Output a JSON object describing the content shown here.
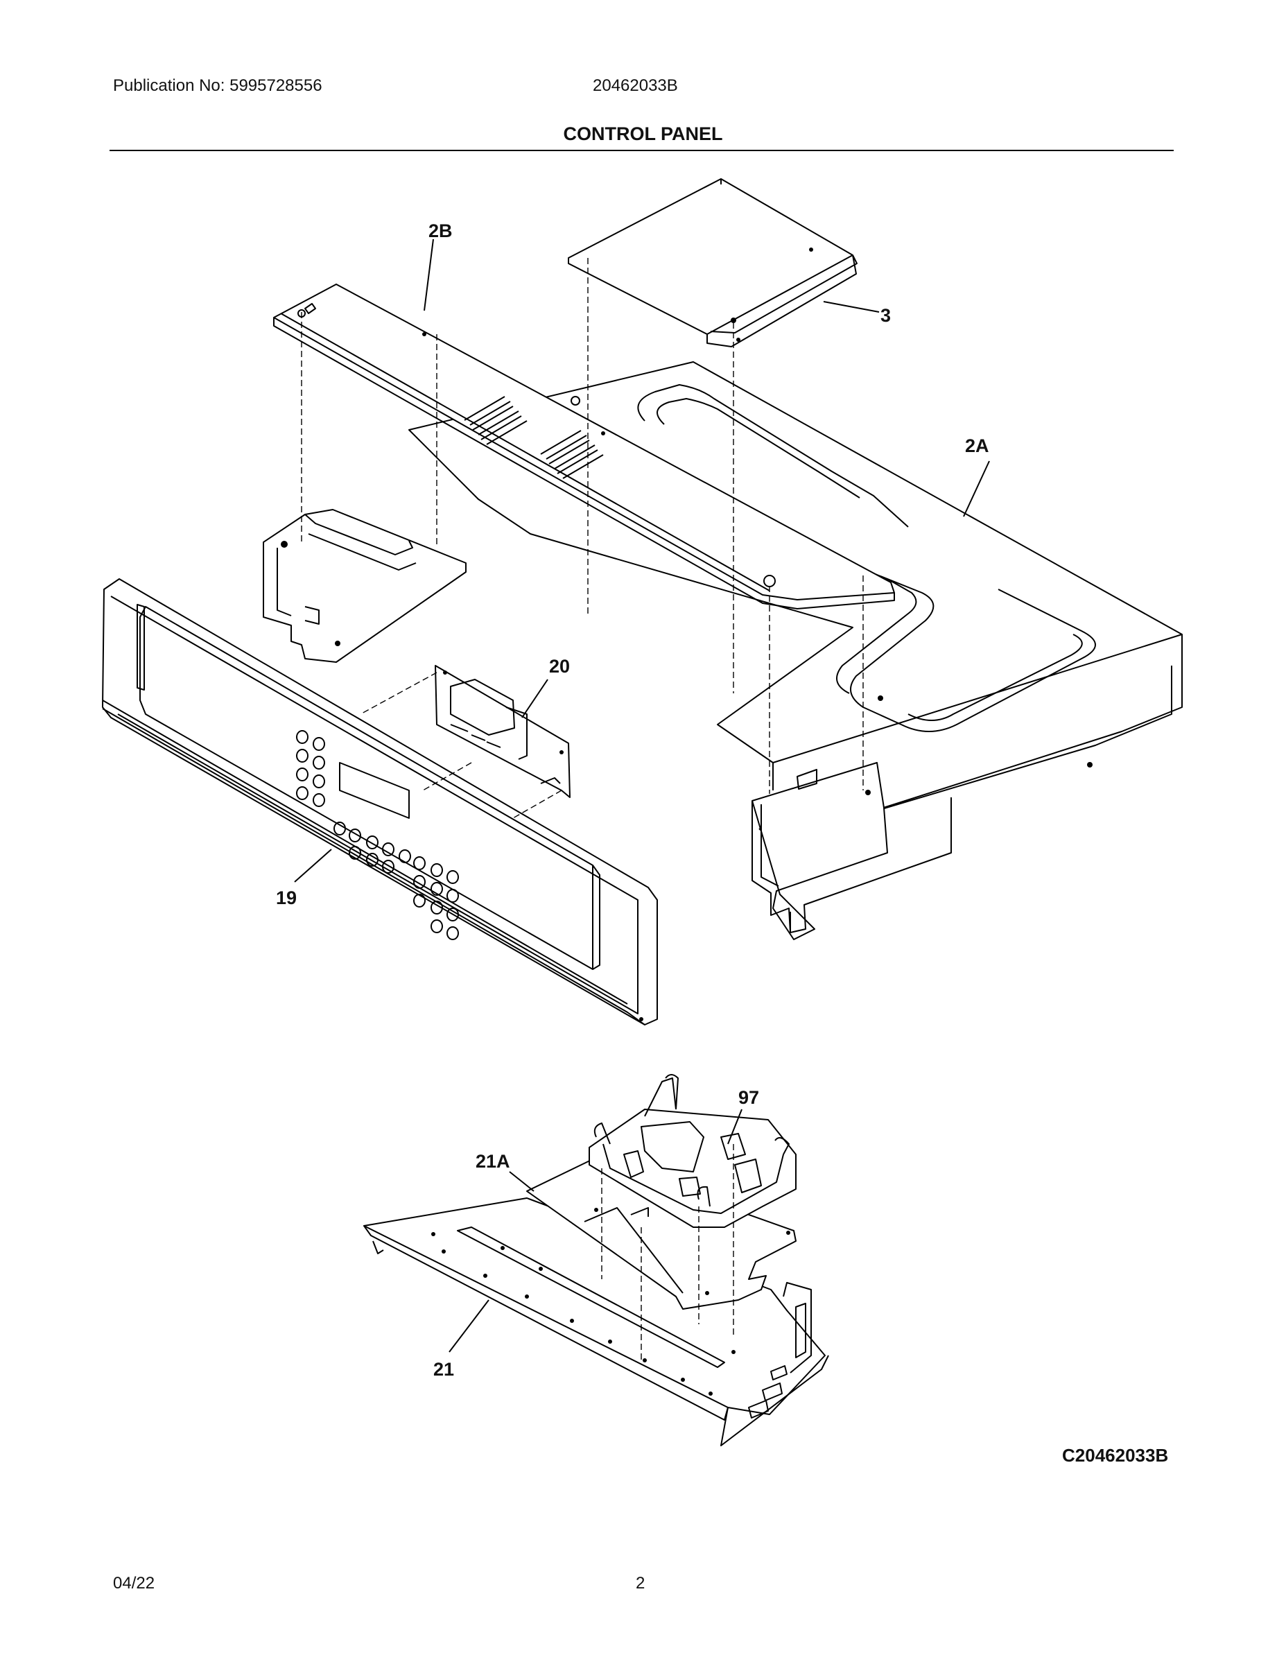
{
  "header": {
    "publication": "Publication No: 5995728556",
    "doc_number": "20462033B",
    "title": "CONTROL PANEL"
  },
  "callouts": {
    "c2B": "2B",
    "c3": "3",
    "c2A": "2A",
    "c20": "20",
    "c19": "19",
    "c97": "97",
    "c21A": "21A",
    "c21": "21"
  },
  "footer": {
    "date": "04/22",
    "page": "2",
    "drawing_code": "C20462033B"
  }
}
